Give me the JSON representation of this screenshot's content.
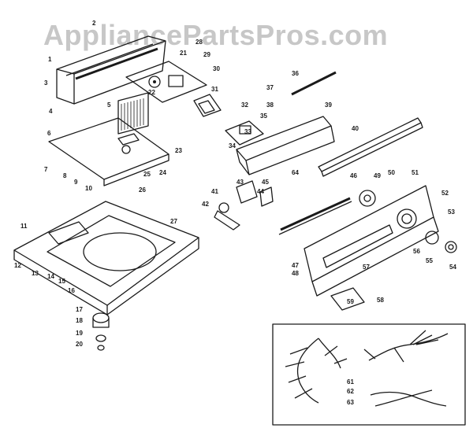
{
  "watermark": "AppliancePartsPros.com",
  "callouts": [
    {
      "id": "c1",
      "text": "1"
    },
    {
      "id": "c2",
      "text": "2"
    },
    {
      "id": "c3",
      "text": "3"
    },
    {
      "id": "c4",
      "text": "4"
    },
    {
      "id": "c5",
      "text": "5"
    },
    {
      "id": "c6",
      "text": "6"
    },
    {
      "id": "c7",
      "text": "7"
    },
    {
      "id": "c8",
      "text": "8"
    },
    {
      "id": "c9",
      "text": "9"
    },
    {
      "id": "c10",
      "text": "10"
    },
    {
      "id": "c11",
      "text": "11"
    },
    {
      "id": "c12",
      "text": "12"
    },
    {
      "id": "c13",
      "text": "13"
    },
    {
      "id": "c14",
      "text": "14"
    },
    {
      "id": "c15",
      "text": "15"
    },
    {
      "id": "c16",
      "text": "16"
    },
    {
      "id": "c17",
      "text": "17"
    },
    {
      "id": "c18",
      "text": "18"
    },
    {
      "id": "c19",
      "text": "19"
    },
    {
      "id": "c20",
      "text": "20"
    },
    {
      "id": "c21",
      "text": "21"
    },
    {
      "id": "c22",
      "text": "22"
    },
    {
      "id": "c23",
      "text": "23"
    },
    {
      "id": "c24",
      "text": "24"
    },
    {
      "id": "c25",
      "text": "25"
    },
    {
      "id": "c26",
      "text": "26"
    },
    {
      "id": "c27",
      "text": "27"
    },
    {
      "id": "c28",
      "text": "28"
    },
    {
      "id": "c29",
      "text": "29"
    },
    {
      "id": "c30",
      "text": "30"
    },
    {
      "id": "c31",
      "text": "31"
    },
    {
      "id": "c32",
      "text": "32"
    },
    {
      "id": "c33",
      "text": "33"
    },
    {
      "id": "c34",
      "text": "34"
    },
    {
      "id": "c35",
      "text": "35"
    },
    {
      "id": "c36",
      "text": "36"
    },
    {
      "id": "c37",
      "text": "37"
    },
    {
      "id": "c38",
      "text": "38"
    },
    {
      "id": "c39",
      "text": "39"
    },
    {
      "id": "c40",
      "text": "40"
    },
    {
      "id": "c41",
      "text": "41"
    },
    {
      "id": "c42",
      "text": "42"
    },
    {
      "id": "c43",
      "text": "43"
    },
    {
      "id": "c44",
      "text": "44"
    },
    {
      "id": "c45",
      "text": "45"
    },
    {
      "id": "c46",
      "text": "46"
    },
    {
      "id": "c47",
      "text": "47"
    },
    {
      "id": "c48",
      "text": "48"
    },
    {
      "id": "c49",
      "text": "49"
    },
    {
      "id": "c50",
      "text": "50"
    },
    {
      "id": "c51",
      "text": "51"
    },
    {
      "id": "c52",
      "text": "52"
    },
    {
      "id": "c53",
      "text": "53"
    },
    {
      "id": "c54",
      "text": "54"
    },
    {
      "id": "c55",
      "text": "55"
    },
    {
      "id": "c56",
      "text": "56"
    },
    {
      "id": "c57",
      "text": "57"
    },
    {
      "id": "c58",
      "text": "58"
    },
    {
      "id": "c59",
      "text": "59"
    },
    {
      "id": "c61",
      "text": "61"
    },
    {
      "id": "c62",
      "text": "62"
    },
    {
      "id": "c63",
      "text": "63"
    },
    {
      "id": "c64",
      "text": "64"
    }
  ]
}
